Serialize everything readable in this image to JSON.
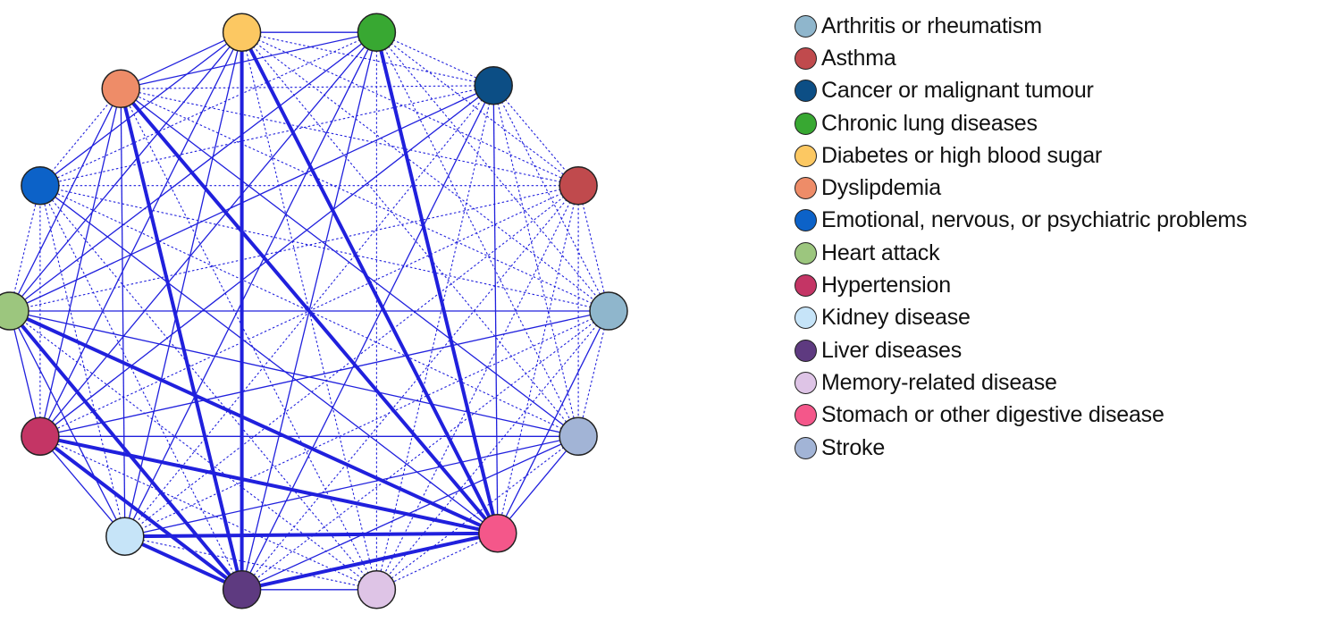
{
  "diagram": {
    "type": "network",
    "nodes": [
      {
        "id": "arthritis",
        "label": "Arthritis or rheumatism",
        "color": "#8fb6cc"
      },
      {
        "id": "asthma",
        "label": "Asthma",
        "color": "#c04a4d"
      },
      {
        "id": "cancer",
        "label": "Cancer or malignant tumour",
        "color": "#0c4e85"
      },
      {
        "id": "lung",
        "label": "Chronic lung diseases",
        "color": "#38a832"
      },
      {
        "id": "diabetes",
        "label": "Diabetes or high blood sugar",
        "color": "#fcc862"
      },
      {
        "id": "dyslipidemia",
        "label": "Dyslipdemia",
        "color": "#ee8c68"
      },
      {
        "id": "emotional",
        "label": "Emotional, nervous, or psychiatric problems",
        "color": "#0c62c8"
      },
      {
        "id": "heart",
        "label": "Heart attack",
        "color": "#9cc67e"
      },
      {
        "id": "hypertension",
        "label": "Hypertension",
        "color": "#c43565"
      },
      {
        "id": "kidney",
        "label": "Kidney disease",
        "color": "#c6e4f8"
      },
      {
        "id": "liver",
        "label": "Liver diseases",
        "color": "#5e3a80"
      },
      {
        "id": "memory",
        "label": "Memory-related disease",
        "color": "#dec4e6"
      },
      {
        "id": "stomach",
        "label": "Stomach or other digestive disease",
        "color": "#f4578a"
      },
      {
        "id": "stroke",
        "label": "Stroke",
        "color": "#a2b4d6"
      }
    ],
    "edge_color": "#2020dd",
    "edges": [
      {
        "source": "diabetes",
        "target": "liver",
        "weight": "strong"
      },
      {
        "source": "diabetes",
        "target": "stomach",
        "weight": "strong"
      },
      {
        "source": "dyslipidemia",
        "target": "liver",
        "weight": "strong"
      },
      {
        "source": "dyslipidemia",
        "target": "stomach",
        "weight": "strong"
      },
      {
        "source": "lung",
        "target": "stomach",
        "weight": "strong"
      },
      {
        "source": "heart",
        "target": "liver",
        "weight": "strong"
      },
      {
        "source": "heart",
        "target": "stomach",
        "weight": "strong"
      },
      {
        "source": "hypertension",
        "target": "liver",
        "weight": "strong"
      },
      {
        "source": "hypertension",
        "target": "stomach",
        "weight": "strong"
      },
      {
        "source": "kidney",
        "target": "stomach",
        "weight": "strong"
      },
      {
        "source": "liver",
        "target": "stomach",
        "weight": "strong"
      },
      {
        "source": "kidney",
        "target": "liver",
        "weight": "strong"
      },
      {
        "source": "diabetes",
        "target": "lung",
        "weight": "medium"
      },
      {
        "source": "diabetes",
        "target": "dyslipidemia",
        "weight": "medium"
      },
      {
        "source": "diabetes",
        "target": "heart",
        "weight": "medium"
      },
      {
        "source": "diabetes",
        "target": "hypertension",
        "weight": "medium"
      },
      {
        "source": "diabetes",
        "target": "kidney",
        "weight": "medium"
      },
      {
        "source": "lung",
        "target": "dyslipidemia",
        "weight": "medium"
      },
      {
        "source": "lung",
        "target": "heart",
        "weight": "medium"
      },
      {
        "source": "lung",
        "target": "hypertension",
        "weight": "medium"
      },
      {
        "source": "lung",
        "target": "kidney",
        "weight": "medium"
      },
      {
        "source": "lung",
        "target": "liver",
        "weight": "medium"
      },
      {
        "source": "dyslipidemia",
        "target": "heart",
        "weight": "medium"
      },
      {
        "source": "dyslipidemia",
        "target": "hypertension",
        "weight": "medium"
      },
      {
        "source": "dyslipidemia",
        "target": "kidney",
        "weight": "medium"
      },
      {
        "source": "dyslipidemia",
        "target": "stroke",
        "weight": "medium"
      },
      {
        "source": "heart",
        "target": "hypertension",
        "weight": "medium"
      },
      {
        "source": "heart",
        "target": "kidney",
        "weight": "medium"
      },
      {
        "source": "heart",
        "target": "stroke",
        "weight": "medium"
      },
      {
        "source": "hypertension",
        "target": "kidney",
        "weight": "medium"
      },
      {
        "source": "hypertension",
        "target": "stroke",
        "weight": "medium"
      },
      {
        "source": "kidney",
        "target": "stroke",
        "weight": "medium"
      },
      {
        "source": "liver",
        "target": "stroke",
        "weight": "medium"
      },
      {
        "source": "stroke",
        "target": "stomach",
        "weight": "medium"
      },
      {
        "source": "cancer",
        "target": "stomach",
        "weight": "medium"
      },
      {
        "source": "cancer",
        "target": "liver",
        "weight": "medium"
      },
      {
        "source": "cancer",
        "target": "heart",
        "weight": "medium"
      },
      {
        "source": "cancer",
        "target": "hypertension",
        "weight": "medium"
      },
      {
        "source": "emotional",
        "target": "stomach",
        "weight": "medium"
      },
      {
        "source": "emotional",
        "target": "diabetes",
        "weight": "medium"
      },
      {
        "source": "heart",
        "target": "arthritis",
        "weight": "medium"
      },
      {
        "source": "hypertension",
        "target": "arthritis",
        "weight": "medium"
      },
      {
        "source": "stomach",
        "target": "arthritis",
        "weight": "medium"
      },
      {
        "source": "liver",
        "target": "memory",
        "weight": "medium"
      },
      {
        "source": "diabetes",
        "target": "cancer",
        "weight": "weak"
      },
      {
        "source": "diabetes",
        "target": "asthma",
        "weight": "weak"
      },
      {
        "source": "diabetes",
        "target": "arthritis",
        "weight": "weak"
      },
      {
        "source": "diabetes",
        "target": "stroke",
        "weight": "weak"
      },
      {
        "source": "diabetes",
        "target": "memory",
        "weight": "weak"
      },
      {
        "source": "lung",
        "target": "cancer",
        "weight": "weak"
      },
      {
        "source": "lung",
        "target": "asthma",
        "weight": "weak"
      },
      {
        "source": "lung",
        "target": "arthritis",
        "weight": "weak"
      },
      {
        "source": "lung",
        "target": "stroke",
        "weight": "weak"
      },
      {
        "source": "lung",
        "target": "memory",
        "weight": "weak"
      },
      {
        "source": "lung",
        "target": "emotional",
        "weight": "weak"
      },
      {
        "source": "cancer",
        "target": "asthma",
        "weight": "weak"
      },
      {
        "source": "cancer",
        "target": "arthritis",
        "weight": "weak"
      },
      {
        "source": "cancer",
        "target": "stroke",
        "weight": "weak"
      },
      {
        "source": "cancer",
        "target": "memory",
        "weight": "weak"
      },
      {
        "source": "cancer",
        "target": "kidney",
        "weight": "weak"
      },
      {
        "source": "cancer",
        "target": "dyslipidemia",
        "weight": "weak"
      },
      {
        "source": "cancer",
        "target": "emotional",
        "weight": "weak"
      },
      {
        "source": "asthma",
        "target": "arthritis",
        "weight": "weak"
      },
      {
        "source": "asthma",
        "target": "stroke",
        "weight": "weak"
      },
      {
        "source": "asthma",
        "target": "stomach",
        "weight": "weak"
      },
      {
        "source": "asthma",
        "target": "memory",
        "weight": "weak"
      },
      {
        "source": "asthma",
        "target": "liver",
        "weight": "weak"
      },
      {
        "source": "asthma",
        "target": "kidney",
        "weight": "weak"
      },
      {
        "source": "asthma",
        "target": "hypertension",
        "weight": "weak"
      },
      {
        "source": "asthma",
        "target": "heart",
        "weight": "weak"
      },
      {
        "source": "asthma",
        "target": "emotional",
        "weight": "weak"
      },
      {
        "source": "asthma",
        "target": "dyslipidemia",
        "weight": "weak"
      },
      {
        "source": "arthritis",
        "target": "stroke",
        "weight": "weak"
      },
      {
        "source": "arthritis",
        "target": "memory",
        "weight": "weak"
      },
      {
        "source": "arthritis",
        "target": "liver",
        "weight": "weak"
      },
      {
        "source": "arthritis",
        "target": "kidney",
        "weight": "weak"
      },
      {
        "source": "arthritis",
        "target": "emotional",
        "weight": "weak"
      },
      {
        "source": "arthritis",
        "target": "dyslipidemia",
        "weight": "weak"
      },
      {
        "source": "stroke",
        "target": "memory",
        "weight": "weak"
      },
      {
        "source": "stroke",
        "target": "emotional",
        "weight": "weak"
      },
      {
        "source": "stomach",
        "target": "memory",
        "weight": "weak"
      },
      {
        "source": "memory",
        "target": "kidney",
        "weight": "weak"
      },
      {
        "source": "memory",
        "target": "hypertension",
        "weight": "weak"
      },
      {
        "source": "memory",
        "target": "heart",
        "weight": "weak"
      },
      {
        "source": "memory",
        "target": "emotional",
        "weight": "weak"
      },
      {
        "source": "memory",
        "target": "dyslipidemia",
        "weight": "weak"
      },
      {
        "source": "liver",
        "target": "emotional",
        "weight": "weak"
      },
      {
        "source": "kidney",
        "target": "emotional",
        "weight": "weak"
      },
      {
        "source": "hypertension",
        "target": "emotional",
        "weight": "weak"
      },
      {
        "source": "heart",
        "target": "emotional",
        "weight": "weak"
      },
      {
        "source": "emotional",
        "target": "dyslipidemia",
        "weight": "weak"
      }
    ]
  }
}
